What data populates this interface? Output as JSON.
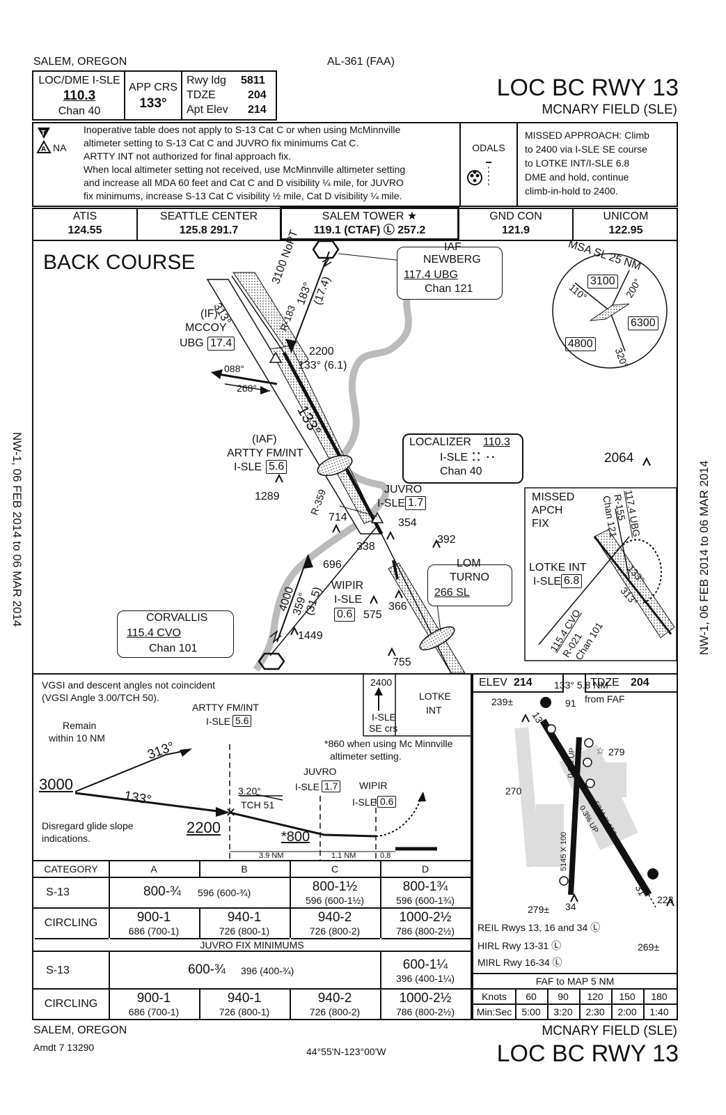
{
  "header": {
    "city_state": "SALEM, OREGON",
    "chart_id": "AL-361 (FAA)",
    "loc_label": "LOC/DME I-SLE",
    "loc_freq": "110.3",
    "loc_chan": "Chan 40",
    "app_crs_label": "APP CRS",
    "app_crs": "133°",
    "rwy_ldg_label": "Rwy ldg",
    "rwy_ldg": "5811",
    "tdze_label": "TDZE",
    "tdze": "204",
    "apt_elev_label": "Apt Elev",
    "apt_elev": "214",
    "title": "LOC BC RWY 13",
    "airport": "MCNARY FIELD (SLE)"
  },
  "notes": {
    "na_label": "NA",
    "lines": [
      "Inoperative table does not apply to S-13 Cat C or when using McMinnville",
      "altimeter setting to S-13 Cat C and JUVRO fix minimums Cat C.",
      "ARTTY INT not authorized for final approach fix.",
      "When local altimeter setting not received, use McMinnville altimeter setting",
      "and increase all MDA 60 feet and Cat C and D visibility ¼ mile, for JUVRO",
      "fix minimums, increase S-13 Cat C visibility ½ mile, Cat D visibility ¼ mile."
    ],
    "odals": "ODALS",
    "missed_approach": [
      "MISSED APPROACH: Climb",
      "to 2400 via I-SLE SE course",
      "to LOTKE INT/I-SLE 6.8",
      "DME and hold, continue",
      "climb-in-hold to 2400."
    ]
  },
  "comms": [
    {
      "name": "ATIS",
      "freq": "124.55"
    },
    {
      "name": "SEATTLE CENTER",
      "freq": "125.8  291.7"
    },
    {
      "name": "SALEM TOWER ★",
      "freq": "119.1 (CTAF) Ⓛ  257.2"
    },
    {
      "name": "GND CON",
      "freq": "121.9"
    },
    {
      "name": "UNICOM",
      "freq": "122.95"
    }
  ],
  "plan": {
    "back_course": "BACK COURSE",
    "iaf": "IAF",
    "newberg": "NEWBERG",
    "newberg_freq": "117.4  UBG",
    "newberg_chan": "Chan 121",
    "msa": "MSA SL 25 NM",
    "msa_alts": [
      "3100",
      "6300",
      "4800"
    ],
    "msa_bearings": [
      "110°",
      "200°",
      "320°"
    ],
    "mccoy_if": "(IF)",
    "mccoy": "MCCOY",
    "mccoy_ubg": "UBG",
    "mccoy_dist": "17.4",
    "feeder_text": "3100 NoPT",
    "feeder_crs": "183°",
    "feeder_dist": "(17.4)",
    "r183": "R-183",
    "alt_2200": "2200",
    "crs_61": "133° (6.1)",
    "crs_313": "313°",
    "crs_133": "133°",
    "hold_088": "088°",
    "hold_268": "268°",
    "artty_iaf": "(IAF)",
    "artty": "ARTTY FM/INT",
    "artty_isle": "I-SLE",
    "artty_dist": "5.6",
    "loc_title": "LOCALIZER",
    "loc_freq": "110.3",
    "loc_ident": "I-SLE",
    "loc_chan": "Chan 40",
    "elev_2064": "2064",
    "elev_1289": "1289",
    "r359": "R-359",
    "elev_714": "714",
    "elev_338": "338",
    "elev_354": "354",
    "elev_392": "392",
    "juvro": "JUVRO",
    "juvro_isle": "I-SLE",
    "juvro_dist": "1.7",
    "elev_696": "696",
    "wipir": "WIPIR",
    "wipir_isle": "I-SLE",
    "wipir_dist": "0.6",
    "elev_575": "575",
    "elev_366": "366",
    "lom": "LOM",
    "turno": "TURNO",
    "turno_freq": "266  SL",
    "elev_1449": "1449",
    "elev_755": "755",
    "corv_crs": "4000",
    "corv_359": "359°",
    "corv_dist": "(31.5)",
    "corvallis": "CORVALLIS",
    "corvallis_freq": "115.4  CVO",
    "corvallis_chan": "Chan 101",
    "mapf_title": "MISSED APCH FIX",
    "mapf_lotke": "LOTKE INT",
    "mapf_isle": "I-SLE",
    "mapf_dist": "6.8",
    "mapf_ubg": "117.4 UBG",
    "mapf_r155": "R-155",
    "mapf_chan121": "Chan 121",
    "mapf_cvo": "115.4 CVO",
    "mapf_r021": "R-021",
    "mapf_chan101": "Chan 101",
    "mapf_133": "133°",
    "mapf_313": "313°"
  },
  "profile": {
    "vgsi_note": "VGSI and descent angles not coincident",
    "vgsi_angle": "(VGSI Angle 3.00/TCH 50).",
    "remain": "Remain",
    "within": "within 10 NM",
    "artty": "ARTTY FM/INT",
    "artty_isle": "I-SLE",
    "artty_dist": "5.6",
    "crs_313": "313°",
    "crs_133": "133°",
    "alt_3000": "3000",
    "alt_2200": "2200",
    "angle": "3.20°",
    "tch": "TCH 51",
    "juvro": "JUVRO",
    "juvro_isle": "I-SLE",
    "juvro_dist": "1.7",
    "wipir": "WIPIR",
    "wipir_isle": "I-SLE",
    "wipir_dist": "0.6",
    "alt_800": "*800",
    "disregard": "Disregard glide slope",
    "indications": "indications.",
    "note_860": "*860 when using Mc Minnville",
    "note_860b": "altimeter setting.",
    "dist1": "3.9 NM",
    "dist2": "1.1 NM",
    "dist3": "0.8",
    "hold_alt": "2400",
    "hold_isle": "I-SLE",
    "hold_se": "SE crs",
    "lotke": "LOTKE",
    "int": "INT"
  },
  "minimums": {
    "headers": [
      "CATEGORY",
      "A",
      "B",
      "C",
      "D"
    ],
    "s13_label": "S-13",
    "s13_ab_main": "800-¾",
    "s13_ab_sub": "596 (600-¾)",
    "s13_c_main": "800-1½",
    "s13_c_sub": "596 (600-1½)",
    "s13_d_main": "800-1¾",
    "s13_d_sub": "596 (600-1¾)",
    "circ_label": "CIRCLING",
    "circ": [
      {
        "main": "900-1",
        "sub": "686 (700-1)"
      },
      {
        "main": "940-1",
        "sub": "726 (800-1)"
      },
      {
        "main": "940-2",
        "sub": "726 (800-2)"
      },
      {
        "main": "1000-2½",
        "sub": "786 (800-2½)"
      }
    ],
    "juvro_title": "JUVRO FIX MINIMUMS",
    "j_s13_label": "S-13",
    "j_s13_abc_main": "600-¾",
    "j_s13_abc_sub": "396 (400-¾)",
    "j_s13_d_main": "600-1¼",
    "j_s13_d_sub": "396 (400-1¼)",
    "j_circ_label": "CIRCLING",
    "j_circ": [
      {
        "main": "900-1",
        "sub": "686 (700-1)"
      },
      {
        "main": "940-1",
        "sub": "726 (800-1)"
      },
      {
        "main": "940-2",
        "sub": "726 (800-2)"
      },
      {
        "main": "1000-2½",
        "sub": "786 (800-2½)"
      }
    ]
  },
  "airport": {
    "elev_label": "ELEV",
    "elev": "214",
    "tdze_label": "TDZE",
    "tdze": "204",
    "from_faf": "133° 5.8 NM",
    "from_faf2": "from FAF",
    "obs_239": "239±",
    "rwy_91": "91",
    "obs_279": "279",
    "obs_270": "270",
    "rwy13": "13",
    "rwy31": "31",
    "rwy34": "34",
    "obs_223": "223",
    "obs_279b": "279±",
    "dim_5811": "5811 X 150",
    "dim_5145": "5145 X 100",
    "grad1": "0.3% UP",
    "grad2": "0.3% UP",
    "lights1": "REIL Rwys 13, 16 and 34 Ⓛ",
    "lights2": "HIRL Rwy 13-31 Ⓛ",
    "lights3": "MIRL Rwy 16-34 Ⓛ",
    "obs_269": "269±"
  },
  "timing": {
    "title": "FAF to MAP  5 NM",
    "knots_label": "Knots",
    "knots": [
      "60",
      "90",
      "120",
      "150",
      "180"
    ],
    "minsec_label": "Min:Sec",
    "times": [
      "5:00",
      "3:20",
      "2:30",
      "2:00",
      "1:40"
    ]
  },
  "footer": {
    "city_state": "SALEM, OREGON",
    "amdt": "Amdt 7  13290",
    "coords": "44°55'N-123°00'W",
    "airport": "MCNARY FIELD (SLE)",
    "title": "LOC BC RWY 13"
  },
  "margin": {
    "left": "NW-1, 06 FEB 2014 to 06 MAR 2014",
    "right": "NW-1, 06 FEB 2014 to 06 MAR 2014"
  }
}
